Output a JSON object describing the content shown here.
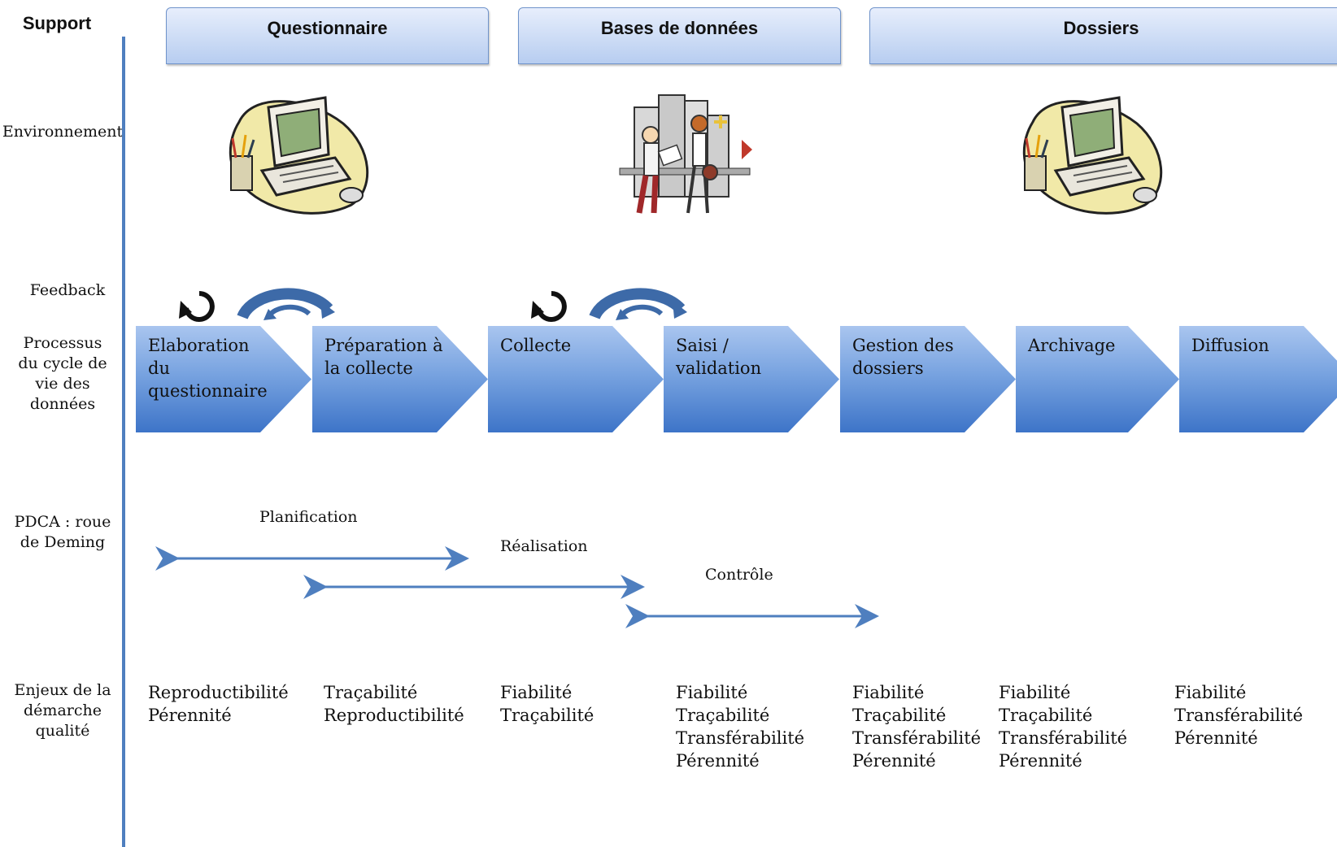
{
  "row_labels": {
    "support": "Support",
    "environnement": "Environnement",
    "feedback": "Feedback",
    "processus": [
      "Processus",
      "du cycle de",
      "vie des",
      "données"
    ],
    "pdca": [
      "PDCA : roue",
      "de Deming"
    ],
    "enjeux": [
      "Enjeux de la",
      "démarche",
      "qualité"
    ]
  },
  "supports": [
    "Questionnaire",
    "Bases de données",
    "Dossiers"
  ],
  "icons": [
    "computer-clipart-icon",
    "city-people-clipart-icon",
    "computer-clipart-icon"
  ],
  "process_steps": [
    [
      "Elaboration",
      "du",
      "questionnaire"
    ],
    [
      "Préparation à",
      "la collecte"
    ],
    [
      "Collecte"
    ],
    [
      "Saisi /",
      "validation"
    ],
    [
      "Gestion des",
      "dossiers"
    ],
    [
      "Archivage"
    ],
    [
      "Diffusion"
    ]
  ],
  "pdca_phases": [
    "Planification",
    "Réalisation",
    "Contrôle"
  ],
  "enjeux": [
    [
      "Reproductibilité",
      "Pérennité"
    ],
    [
      "Traçabilité",
      "Reproductibilité"
    ],
    [
      "Fiabilité",
      "Traçabilité"
    ],
    [
      "Fiabilité",
      "Traçabilité",
      "Transférabilité",
      "Pérennité"
    ],
    [
      "Fiabilité",
      "Traçabilité",
      "Transférabilité",
      "Pérennité"
    ],
    [
      "Fiabilité",
      "Traçabilité",
      "Transférabilité",
      "Pérennité"
    ],
    [
      "Fiabilité",
      "Transférabilité",
      "Pérennité"
    ]
  ],
  "colors": {
    "accent": "#4f7fbf",
    "chevron_dark": "#3d74c8",
    "feedback_arc": "#3d6aa8"
  }
}
